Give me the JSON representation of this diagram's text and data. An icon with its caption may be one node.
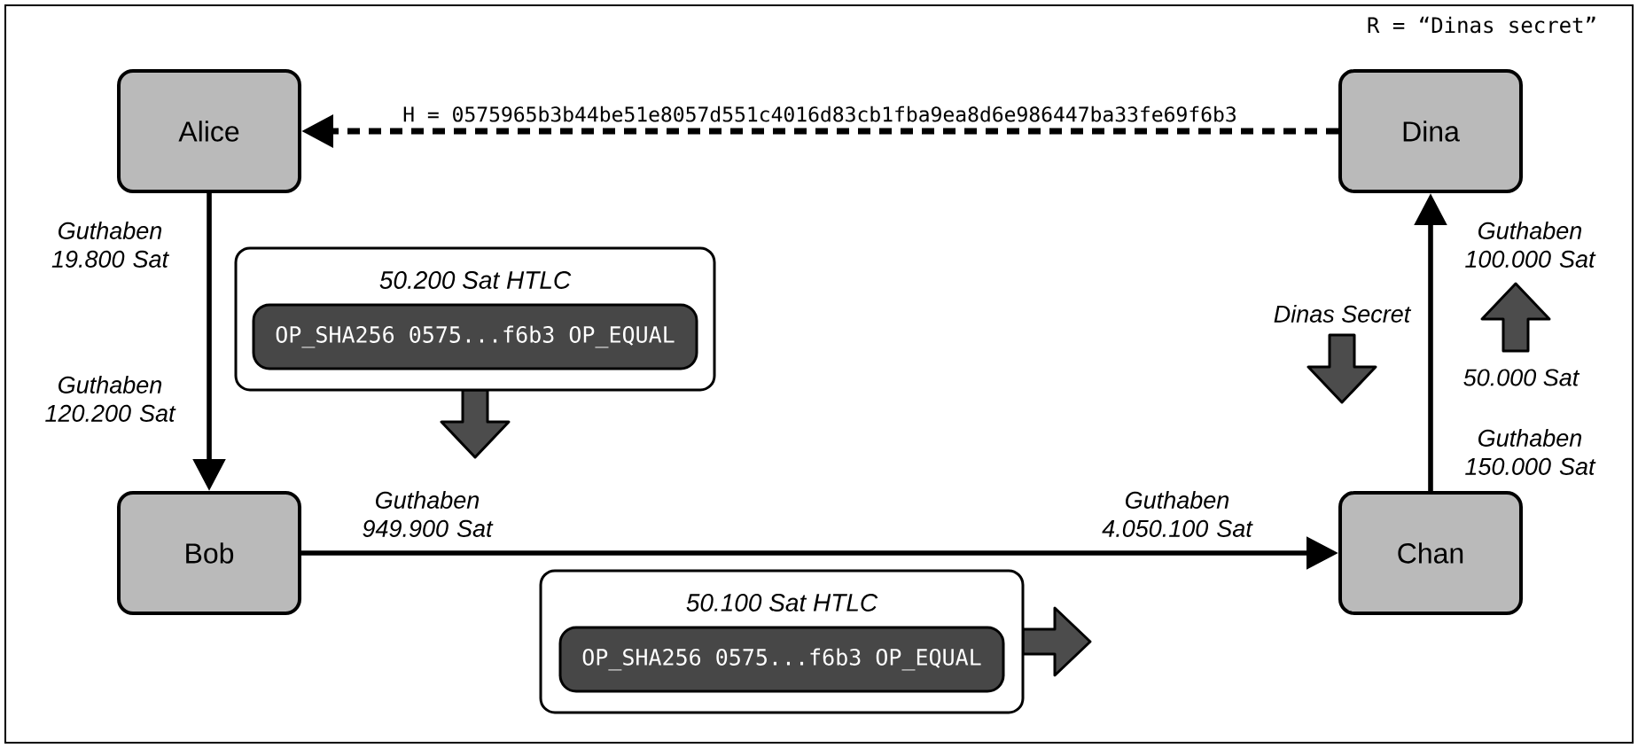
{
  "diagram": {
    "nodes": [
      {
        "text": [
          "Alice"
        ]
      },
      {
        "text": [
          "Dina"
        ]
      },
      {
        "text": [
          "Bob"
        ]
      },
      {
        "text": [
          "Chan"
        ]
      },
      {
        "text": [
          "50.200 Sat HTLC"
        ]
      },
      {
        "text": [
          "OP_SHA256 0575...f6b3 OP_EQUAL"
        ],
        "in": 4
      },
      {
        "text": [
          "50.100 Sat HTLC"
        ]
      },
      {
        "text": [
          "OP_SHA256 0575...f6b3 OP_EQUAL"
        ],
        "in": 6
      }
    ],
    "edges": [
      {
        "from": 1,
        "to": 0,
        "arrow": "to",
        "style": "dashed",
        "label": "H = 0575965b3b44be51e8057d551c4016d83cb1fba9ea8d6e986447ba33fe69f6b3"
      },
      {
        "from": 0,
        "to": 2,
        "arrow": "to"
      },
      {
        "from": 2,
        "to": 3,
        "arrow": "to"
      },
      {
        "from": 3,
        "to": 1,
        "arrow": "to"
      }
    ],
    "labels": [
      "R = “Dinas secret”",
      "Guthaben 19.800 Sat",
      "Guthaben 100.000 Sat",
      "Dinas Secret",
      "50.000 Sat",
      "Guthaben 120.200 Sat",
      "Guthaben 150.000 Sat",
      "Guthaben 949.900 Sat",
      "Guthaben 4.050.100 Sat"
    ]
  }
}
